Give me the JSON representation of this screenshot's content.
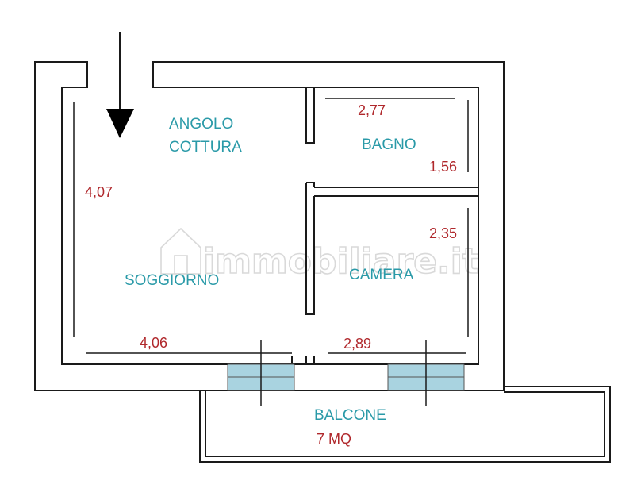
{
  "rooms": {
    "angolo_cottura_line1": "ANGOLO",
    "angolo_cottura_line2": "COTTURA",
    "bagno": "BAGNO",
    "soggiorno": "SOGGIORNO",
    "camera": "CAMERA",
    "balcone": "BALCONE",
    "balcone_area": "7 MQ"
  },
  "dimensions": {
    "soggiorno_height": "4,07",
    "soggiorno_width": "4,06",
    "bagno_width": "2,77",
    "bagno_height": "1,56",
    "camera_height": "2,35",
    "camera_width": "2,89"
  },
  "watermark": "immobiliare.it",
  "colors": {
    "room_label": "#2a9aa8",
    "dimension_label": "#b0282c",
    "wall": "#1a1a1a",
    "glass": "#a9d3e0"
  }
}
